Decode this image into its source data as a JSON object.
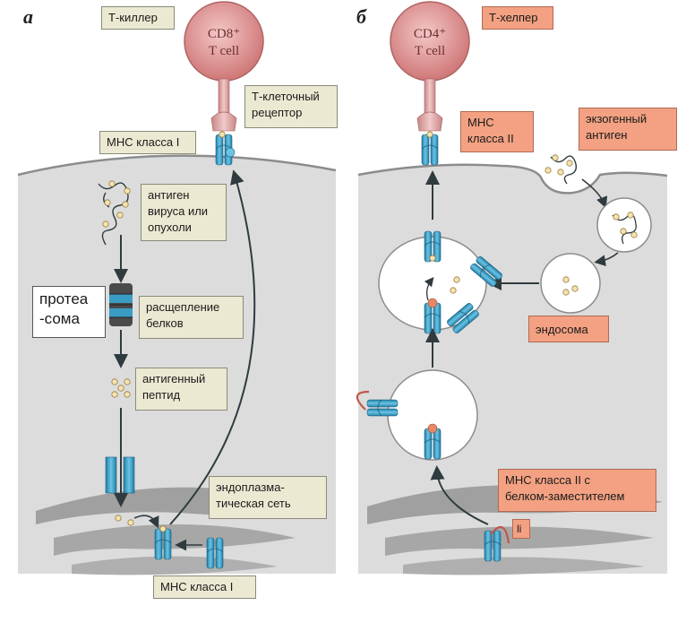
{
  "panels": {
    "a": {
      "letter": "а",
      "cell_label_line1": "CD8⁺",
      "cell_label_line2": "T cell",
      "labels": {
        "t_killer": "Т-киллер",
        "tcr": "Т-клеточный\nрецептор",
        "mhc1_top": "МНС класса I",
        "antigen": "антиген\nвируса или\nопухоли",
        "proteasome": "протеа\n-сома",
        "protein_cleavage": "расщепление\nбелков",
        "antigenic_peptide": "антигенный\nпептид",
        "er": "эндоплазма-\nтическая сеть",
        "mhc1_bottom": "МНС класса I"
      }
    },
    "b": {
      "letter": "б",
      "cell_label_line1": "CD4⁺",
      "cell_label_line2": "T cell",
      "labels": {
        "t_helper": "Т-хелпер",
        "mhc2": "МНС\nкласса II",
        "exogenous": "экзогенный\nантиген",
        "endosome": "эндосома",
        "mhc2_li": "МНС класса II с\nбелком-заместителем",
        "li": "li"
      }
    }
  },
  "colors": {
    "tcell_fill": "#dc8e8e",
    "cell_body": "#dcdcdc",
    "er": "#9a9a9a",
    "mhc_blue": "#3a9bc4",
    "beige_box": "#ece9d3",
    "salmon_box": "#f3a182"
  }
}
